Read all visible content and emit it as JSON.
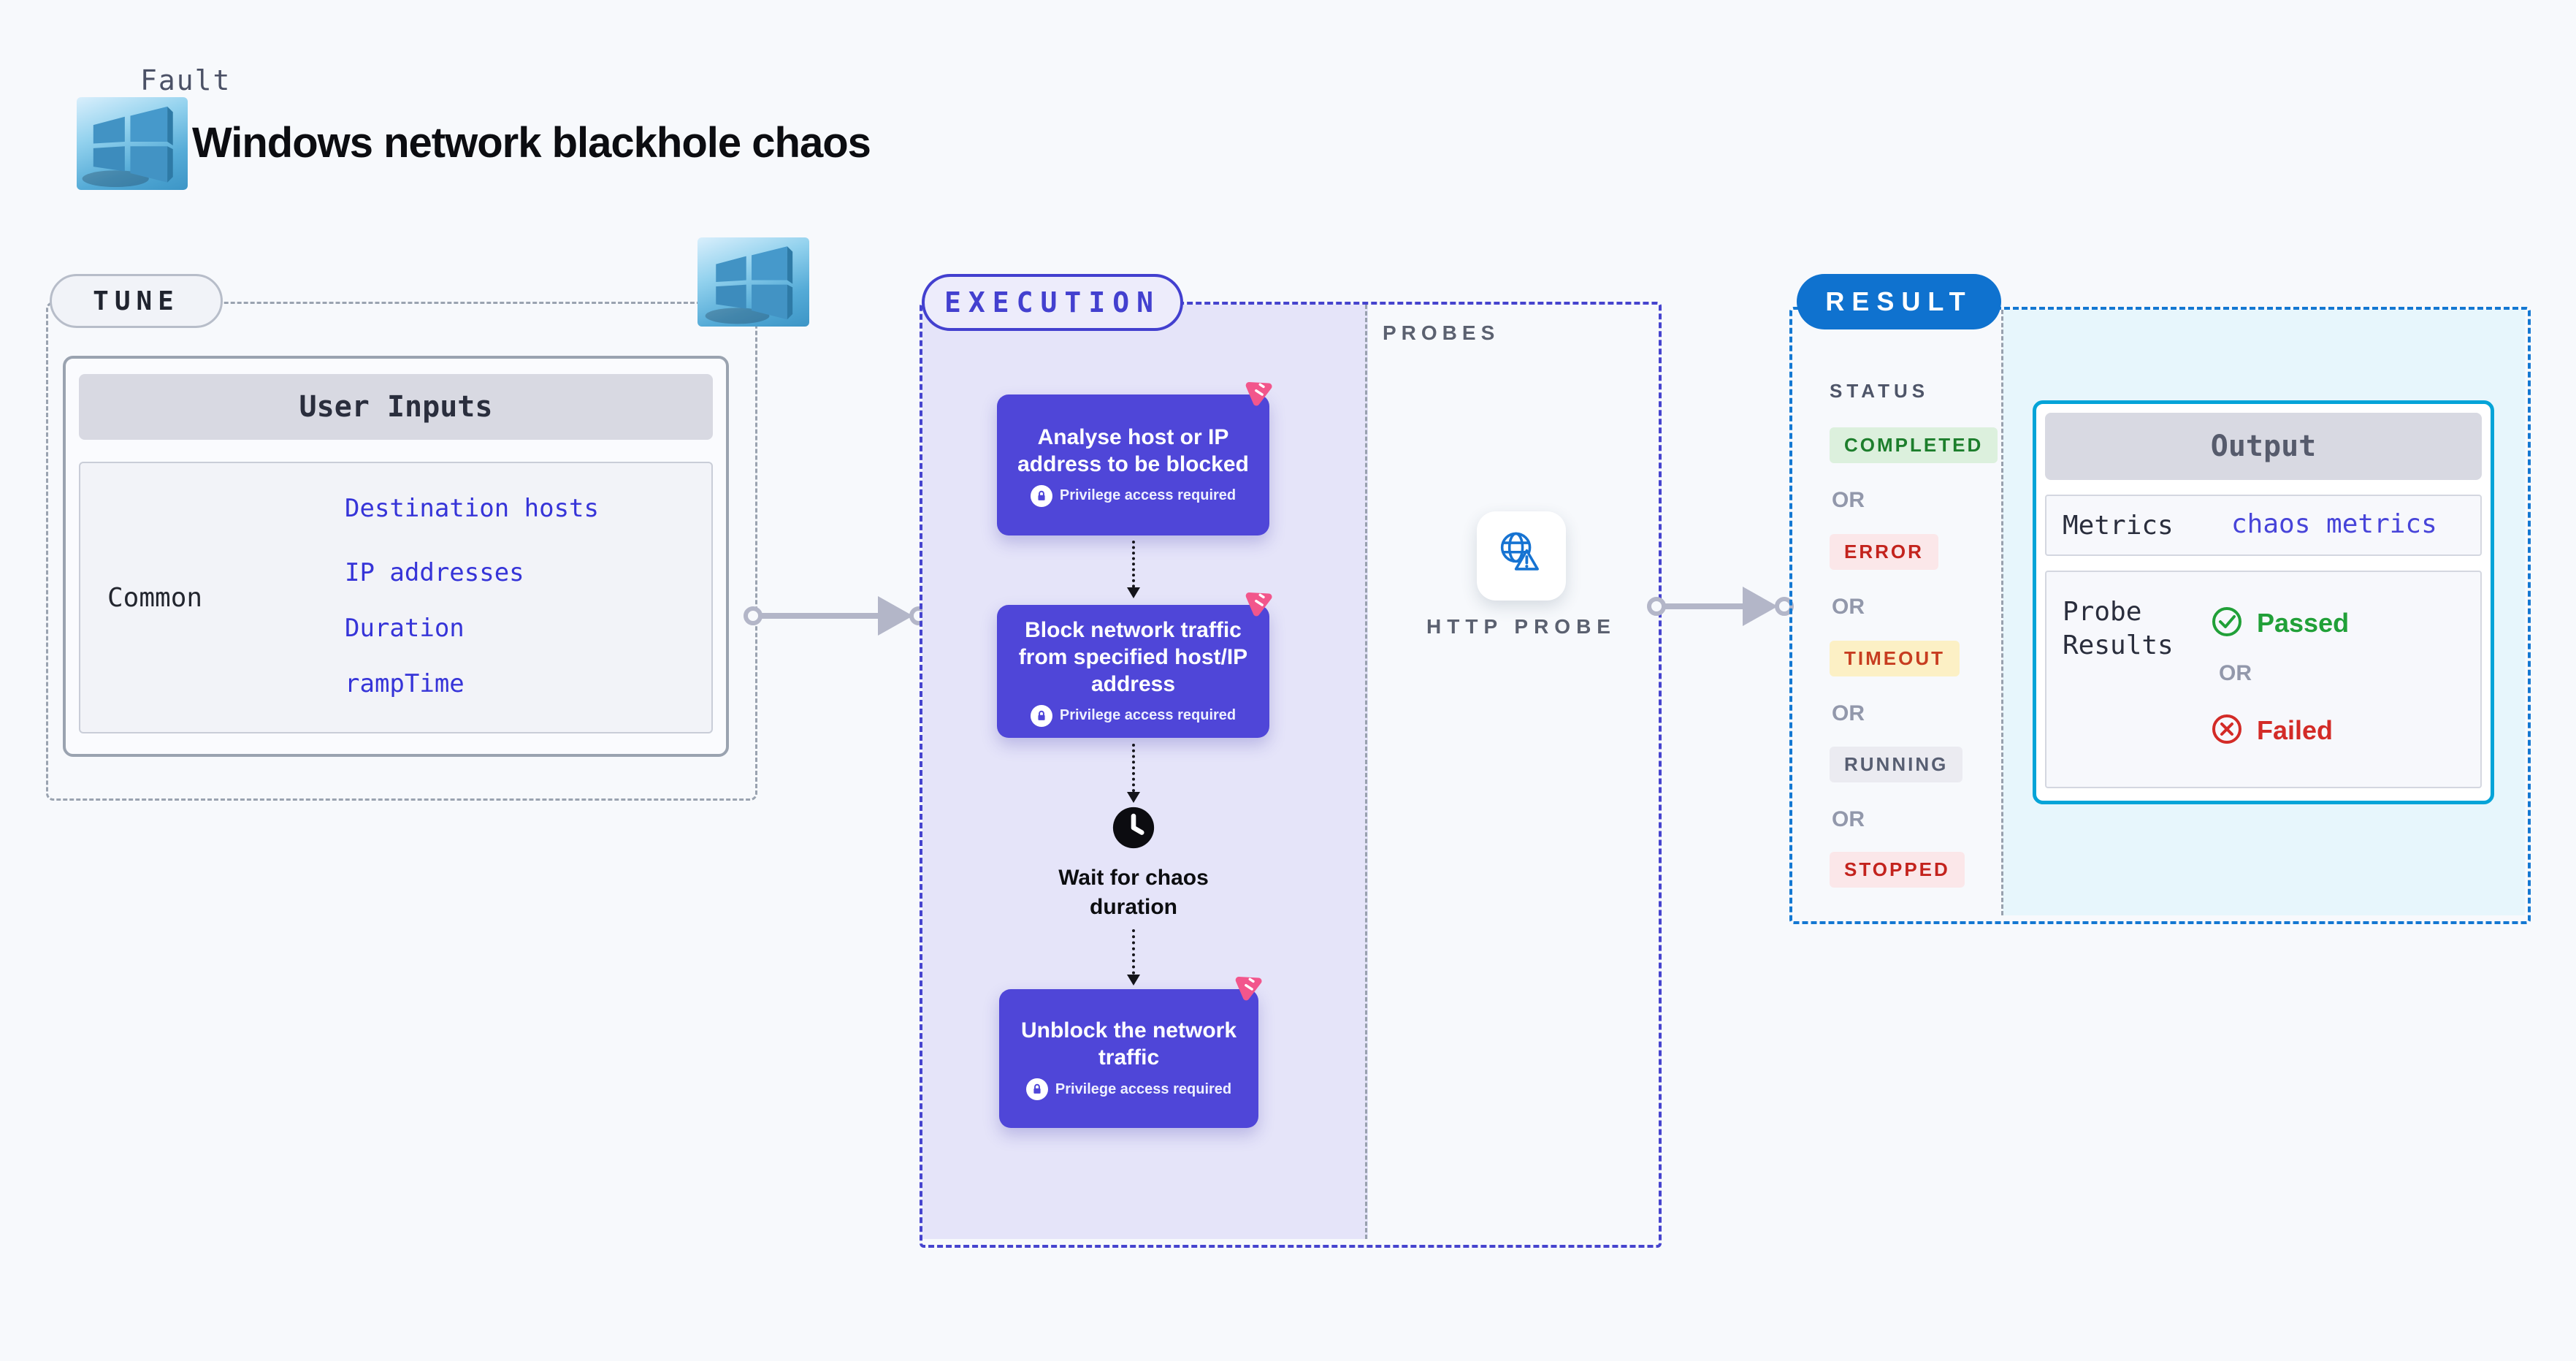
{
  "header": {
    "kicker": "Fault",
    "title": "Windows network blackhole chaos",
    "platform_icon": "windows-logo-icon"
  },
  "tune": {
    "label": "TUNE",
    "table": {
      "header": "User Inputs",
      "row_label": "Common",
      "links": [
        "Destination hosts",
        "IP addresses",
        "Duration",
        "rampTime"
      ]
    }
  },
  "execution": {
    "label": "EXECUTION",
    "steps": [
      {
        "title": "Analyse host or IP address to be blocked",
        "badge": "Privilege access required"
      },
      {
        "title": "Block network traffic from specified host/IP address",
        "badge": "Privilege access required"
      },
      {
        "title": "Wait for chaos duration"
      },
      {
        "title": "Unblock the network traffic",
        "badge": "Privilege access required"
      }
    ]
  },
  "probes": {
    "label": "PROBES",
    "probe": {
      "name": "HTTP PROBE",
      "icon": "globe-warning-icon"
    }
  },
  "result": {
    "label": "RESULT",
    "status_heading": "STATUS",
    "or_label": "OR",
    "statuses": [
      {
        "label": "COMPLETED",
        "fg": "#1d7e2c",
        "bg": "#dcf0dd"
      },
      {
        "label": "ERROR",
        "fg": "#c3231d",
        "bg": "#fbe7e9"
      },
      {
        "label": "TIMEOUT",
        "fg": "#c73d20",
        "bg": "#fcf0c5"
      },
      {
        "label": "RUNNING",
        "fg": "#575e72",
        "bg": "#ebebf1"
      },
      {
        "label": "STOPPED",
        "fg": "#c3231d",
        "bg": "#fbe7e9"
      }
    ],
    "output": {
      "header": "Output",
      "metrics_label": "Metrics",
      "metrics_value": "chaos metrics",
      "probe_results_label": "Probe Results",
      "passed_label": "Passed",
      "or_label": "OR",
      "failed_label": "Failed"
    }
  },
  "colors": {
    "page_bg": "#f7f9fc",
    "accent_indigo": "#4644ce",
    "step_purple": "#4f46d8",
    "chaos_pink": "#f2568c",
    "result_blue": "#0f72cf",
    "cyan_border": "#04a4d8",
    "cyan_bg": "#e7f6fc",
    "link_blue": "#3634d8",
    "passed_green": "#21a038",
    "failed_red": "#d32b27"
  }
}
